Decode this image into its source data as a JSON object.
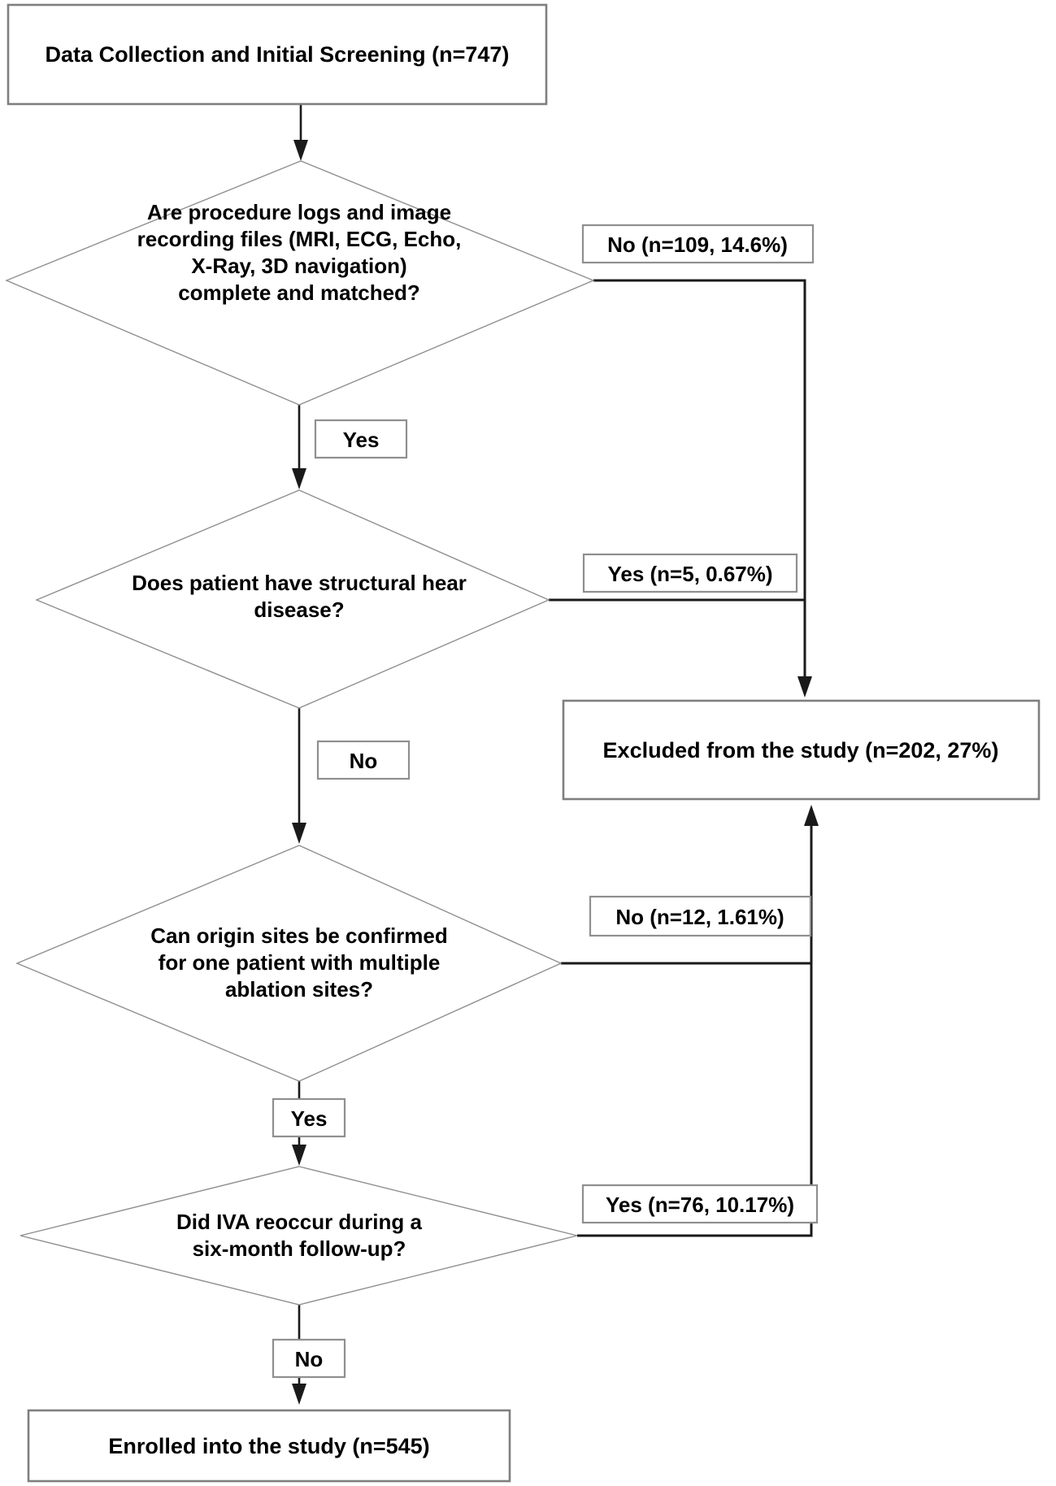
{
  "colors": {
    "connector": "#1a1a1a",
    "diamond_border": "#8f8f8f",
    "box_border": "#7f7f7f",
    "label_border": "#8f8f8f",
    "text": "#000000",
    "node_fill": "#ffffff",
    "background": "#ffffff"
  },
  "flowchart": {
    "start_box": {
      "label": "Data Collection and Initial Screening (n=747)"
    },
    "decisions": [
      {
        "question_lines": [
          "Are procedure logs and image",
          "recording files (MRI, ECG, Echo,",
          "X-Ray, 3D navigation)",
          "complete and matched?"
        ],
        "branch_label": "No (n=109, 14.6%)",
        "continue_label": "Yes"
      },
      {
        "question_lines": [
          "Does patient have structural hear",
          "disease?"
        ],
        "branch_label": "Yes (n=5, 0.67%)",
        "continue_label": "No"
      },
      {
        "question_lines": [
          "Can origin sites be confirmed",
          "for one patient with multiple",
          "ablation sites?"
        ],
        "branch_label": "No (n=12, 1.61%)",
        "continue_label": "Yes"
      },
      {
        "question_lines": [
          "Did IVA reoccur during a",
          "six-month follow-up?"
        ],
        "branch_label": "Yes (n=76, 10.17%)",
        "continue_label": "No"
      }
    ],
    "excluded_box": {
      "label": "Excluded from the study (n=202, 27%)"
    },
    "enrolled_box": {
      "label": "Enrolled into the study (n=545)"
    }
  }
}
